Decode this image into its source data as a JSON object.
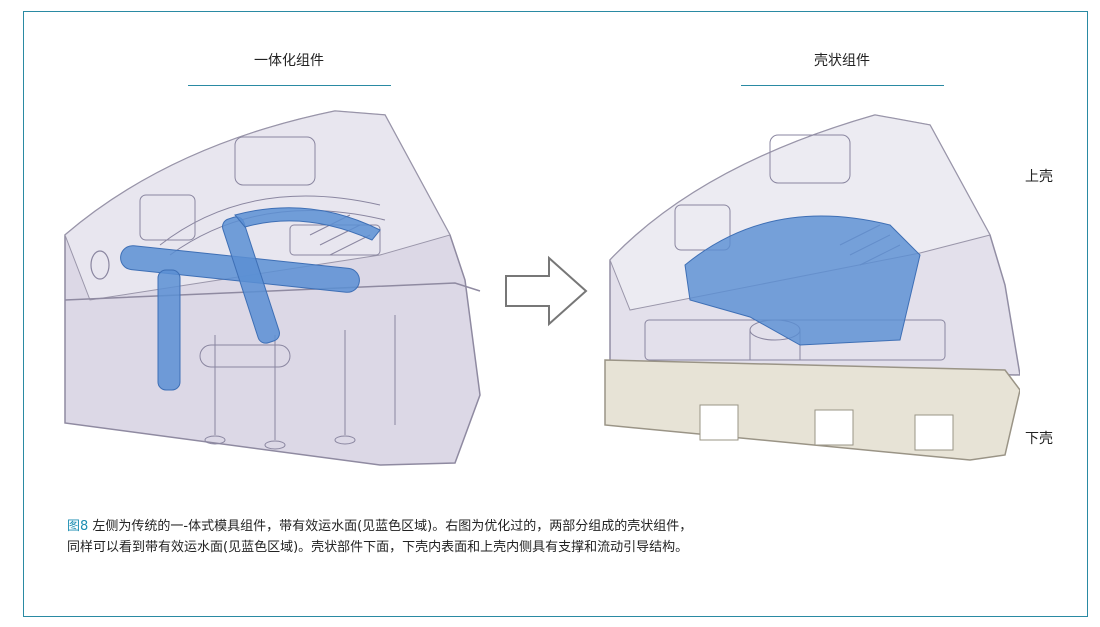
{
  "panels": {
    "left_title": "一体化组件",
    "right_title": "壳状组件"
  },
  "labels": {
    "upper_shell": "上壳",
    "lower_shell": "下壳"
  },
  "caption": {
    "fig_no": "图8",
    "line1": " 左侧为传统的一-体式模具组件，带有效运水面(见蓝色区域)。右图为优化过的，两部分组成的壳状组件，",
    "line2": "同样可以看到带有效运水面(见蓝色区域)。壳状部件下面，下壳内表面和上壳内侧具有支撑和流动引导结构。"
  },
  "colors": {
    "frame": "#2a8aa3",
    "accent": "#1f8fb3",
    "water_channel": "#4f86cc"
  }
}
